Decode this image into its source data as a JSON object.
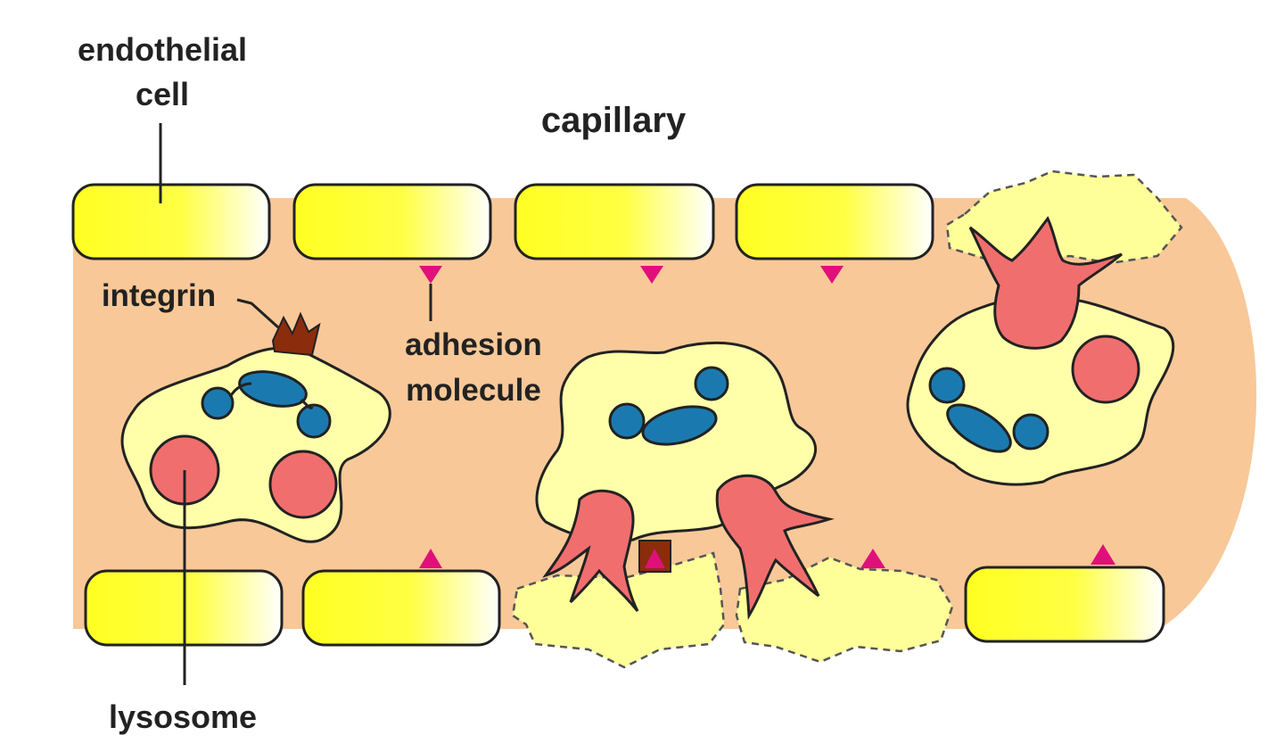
{
  "labels": {
    "endothelial_line1": "endothelial",
    "endothelial_line2": "cell",
    "capillary": "capillary",
    "integrin": "integrin",
    "adhesion_line1": "adhesion",
    "adhesion_line2": "molecule",
    "lysosome": "lysosome"
  },
  "colors": {
    "lumen": "#f8c898",
    "endothelial_fill": "#ffff33",
    "cell_fill": "#ffffaa",
    "nucleus": "#1a7ab0",
    "lysosome": "#f06e6e",
    "adhesion_molecule": "#e0107a",
    "integrin": "#8b2c0c",
    "outline": "#222222"
  }
}
